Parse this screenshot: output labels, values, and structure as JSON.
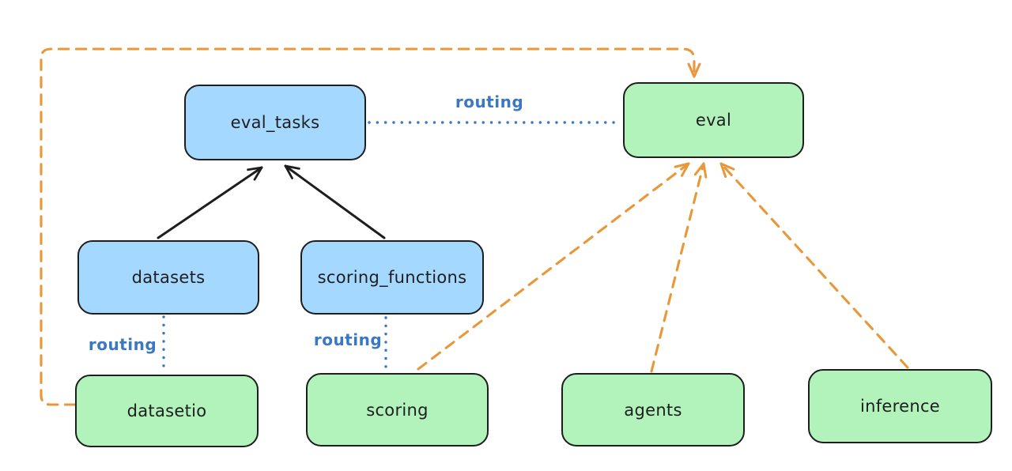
{
  "diagram": {
    "kind": "architecture-flow-diagram",
    "background": "#ffffff",
    "palette": {
      "resource_fill_blue": "#a5d8ff",
      "api_fill_green": "#b2f2bb",
      "node_stroke": "#1e1e1e",
      "solid_arrow_black": "#1e1e1e",
      "routing_line_blue": "#3b78c4",
      "dashed_arrow_orange": "#e8983a"
    },
    "nodes": [
      {
        "id": "eval_tasks",
        "label": "eval_tasks",
        "fill": "#a5d8ff"
      },
      {
        "id": "eval",
        "label": "eval",
        "fill": "#b2f2bb"
      },
      {
        "id": "datasets",
        "label": "datasets",
        "fill": "#a5d8ff"
      },
      {
        "id": "scoring_functions",
        "label": "scoring_functions",
        "fill": "#a5d8ff"
      },
      {
        "id": "datasetio",
        "label": "datasetio",
        "fill": "#b2f2bb"
      },
      {
        "id": "scoring",
        "label": "scoring",
        "fill": "#b2f2bb"
      },
      {
        "id": "agents",
        "label": "agents",
        "fill": "#b2f2bb"
      },
      {
        "id": "inference",
        "label": "inference",
        "fill": "#b2f2bb"
      }
    ],
    "edges": [
      {
        "from": "datasets",
        "to": "eval_tasks",
        "style": "solid",
        "color": "#1e1e1e",
        "arrow": true,
        "label": ""
      },
      {
        "from": "scoring_functions",
        "to": "eval_tasks",
        "style": "solid",
        "color": "#1e1e1e",
        "arrow": true,
        "label": ""
      },
      {
        "from": "eval_tasks",
        "to": "eval",
        "style": "dotted",
        "color": "#3b78c4",
        "arrow": false,
        "label": "routing"
      },
      {
        "from": "datasets",
        "to": "datasetio",
        "style": "dotted",
        "color": "#3b78c4",
        "arrow": false,
        "label": "routing"
      },
      {
        "from": "scoring_functions",
        "to": "scoring",
        "style": "dotted",
        "color": "#3b78c4",
        "arrow": false,
        "label": "routing"
      },
      {
        "from": "datasetio",
        "to": "eval",
        "style": "dashed",
        "color": "#e8983a",
        "arrow": true,
        "label": ""
      },
      {
        "from": "scoring",
        "to": "eval",
        "style": "dashed",
        "color": "#e8983a",
        "arrow": true,
        "label": ""
      },
      {
        "from": "agents",
        "to": "eval",
        "style": "dashed",
        "color": "#e8983a",
        "arrow": true,
        "label": ""
      },
      {
        "from": "inference",
        "to": "eval",
        "style": "dashed",
        "color": "#e8983a",
        "arrow": true,
        "label": ""
      }
    ]
  }
}
